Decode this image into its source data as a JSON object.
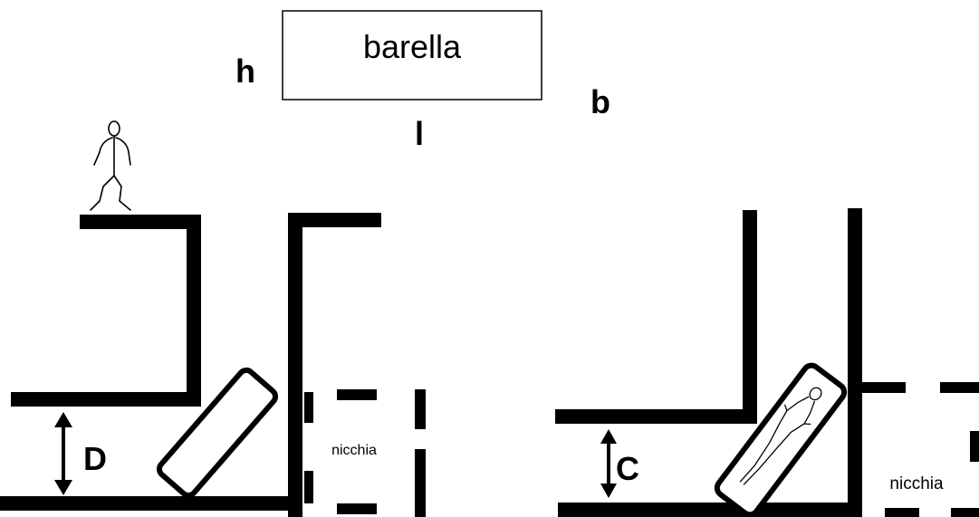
{
  "stretcher_box": {
    "label": "barella"
  },
  "dimension_labels": {
    "height": "h",
    "length": "l",
    "width": "b"
  },
  "left_scene": {
    "clearance_label": "D",
    "niche_label": "nicchia"
  },
  "right_scene": {
    "clearance_label": "C",
    "niche_label": "nicchia"
  },
  "colors": {
    "ink": "#000000",
    "background": "#ffffff"
  }
}
